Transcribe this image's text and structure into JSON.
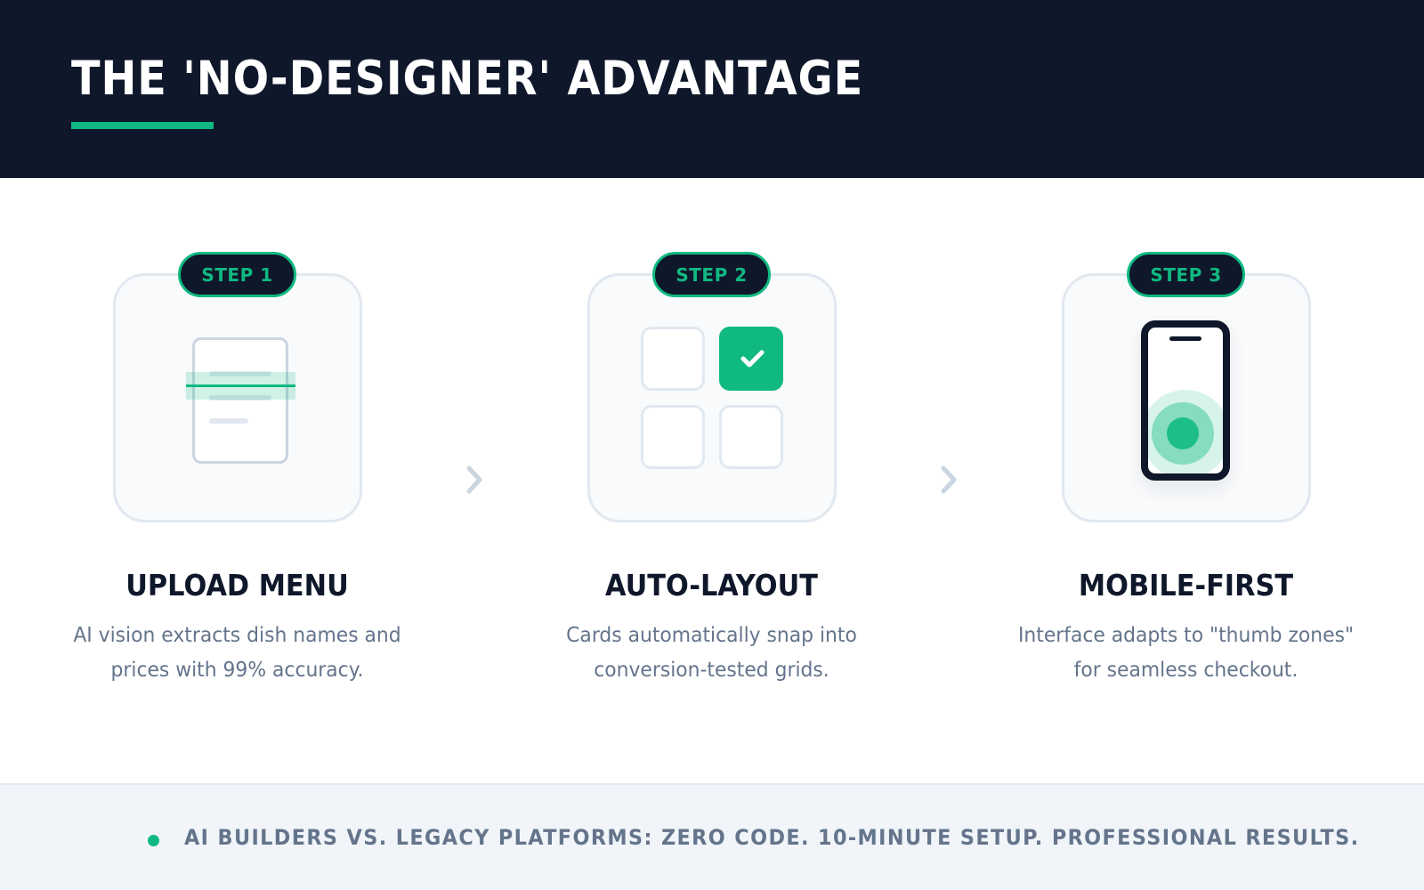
{
  "header": {
    "title": "THE 'NO-DESIGNER' ADVANTAGE",
    "accent_color": "#10b981",
    "background_color": "#0f172a"
  },
  "steps": [
    {
      "badge": "STEP 1",
      "title": "UPLOAD MENU",
      "description_line1": "AI vision extracts dish names and",
      "description_line2": "prices with 99% accuracy.",
      "icon": "document-scan-icon"
    },
    {
      "badge": "STEP 2",
      "title": "AUTO-LAYOUT",
      "description_line1": "Cards automatically snap into",
      "description_line2": "conversion-tested grids.",
      "icon": "grid-check-icon"
    },
    {
      "badge": "STEP 3",
      "title": "MOBILE-FIRST",
      "description_line1": "Interface adapts to \"thumb zones\"",
      "description_line2": "for seamless checkout.",
      "icon": "phone-thumb-zone-icon"
    }
  ],
  "connectors": [
    "chevron-right-icon",
    "chevron-right-icon"
  ],
  "footer": {
    "text": "AI BUILDERS VS. LEGACY PLATFORMS: ZERO CODE. 10-MINUTE SETUP. PROFESSIONAL RESULTS.",
    "bullet_color": "#10b981"
  }
}
